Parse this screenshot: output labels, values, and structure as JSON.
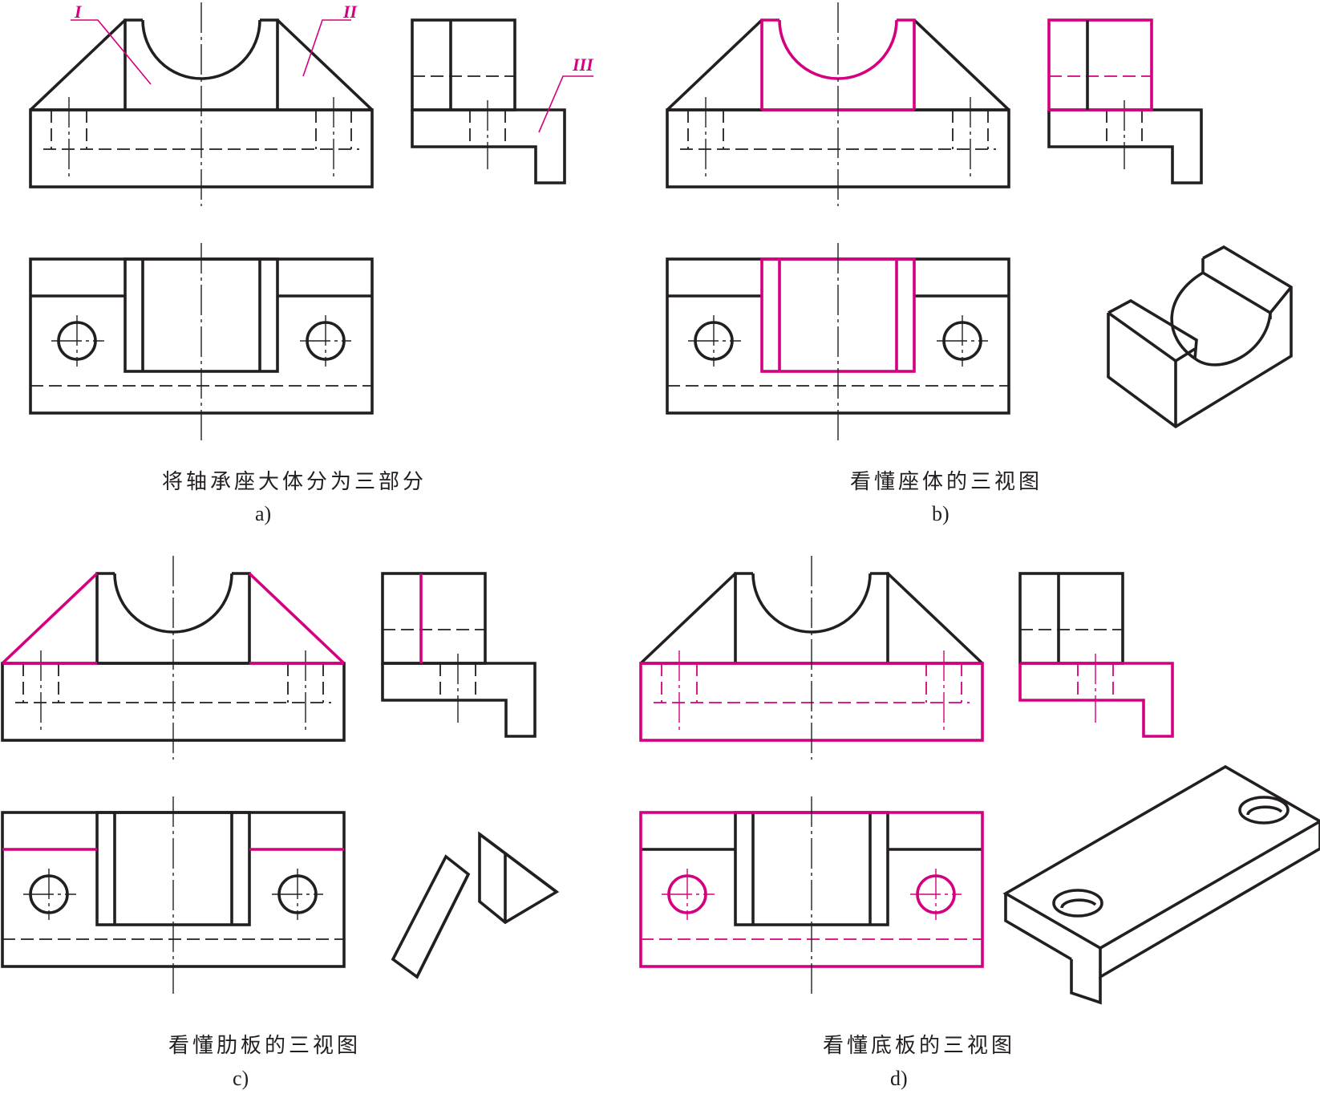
{
  "colors": {
    "line": "#231f20",
    "highlight": "#d4007f"
  },
  "panels": [
    {
      "id": "a",
      "caption": "将轴承座大体分为三部分",
      "letter": "a)"
    },
    {
      "id": "b",
      "caption": "看懂座体的三视图",
      "letter": "b)"
    },
    {
      "id": "c",
      "caption": "看懂肋板的三视图",
      "letter": "c)"
    },
    {
      "id": "d",
      "caption": "看懂底板的三视图",
      "letter": "d)"
    }
  ],
  "part_labels": [
    "I",
    "II",
    "III"
  ]
}
